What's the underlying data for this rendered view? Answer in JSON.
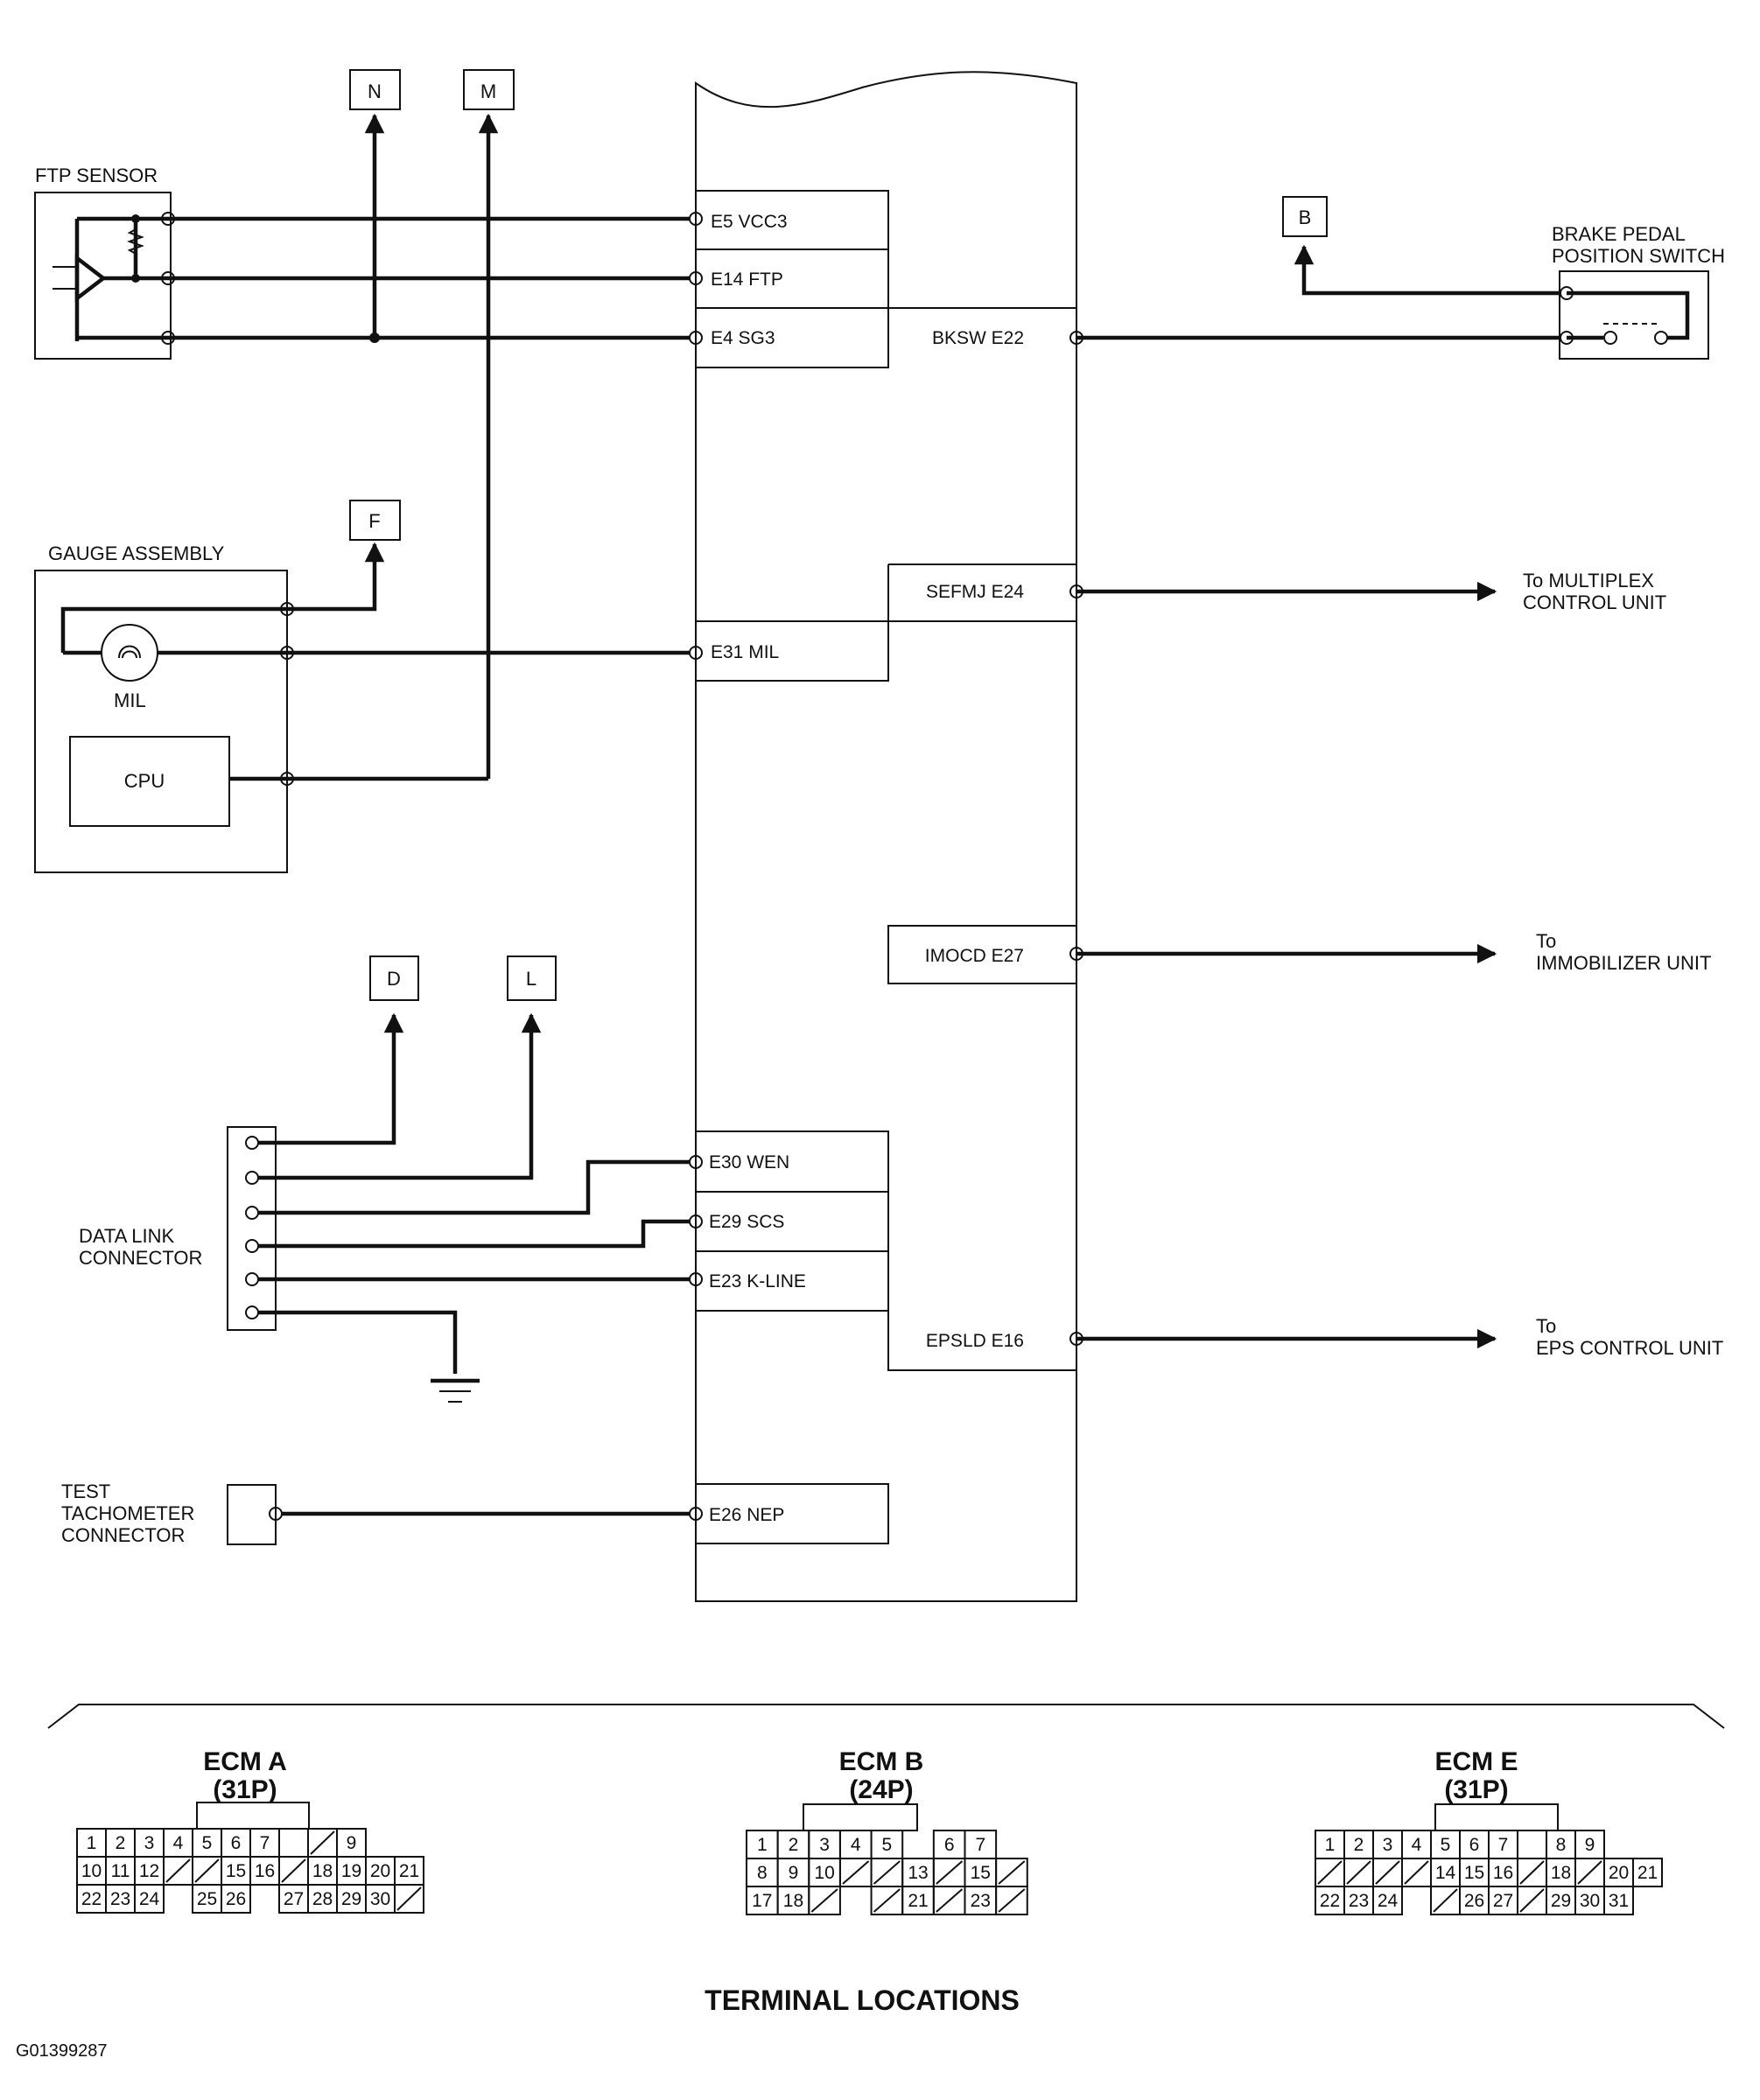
{
  "ecm_pins": {
    "e5": "E5 VCC3",
    "e14": "E14 FTP",
    "e4": "E4 SG3",
    "e22": "BKSW E22",
    "e24": "SEFMJ E24",
    "e31": "E31 MIL",
    "e27": "IMOCD E27",
    "e30": "E30 WEN",
    "e29": "E29 SCS",
    "e23": "E23 K-LINE",
    "e16": "EPSLD E16",
    "e26": "E26 NEP"
  },
  "components": {
    "ftp_sensor": "FTP SENSOR",
    "gauge_assembly": "GAUGE ASSEMBLY",
    "mil": "MIL",
    "cpu": "CPU",
    "brake_switch": [
      "BRAKE PEDAL",
      "POSITION SWITCH"
    ],
    "data_link": [
      "DATA LINK",
      "CONNECTOR"
    ],
    "test_tach": [
      "TEST",
      "TACHOMETER",
      "CONNECTOR"
    ]
  },
  "tags": {
    "n": "N",
    "m": "M",
    "b": "B",
    "f": "F",
    "d": "D",
    "l": "L"
  },
  "destinations": {
    "multiplex": [
      "To MULTIPLEX",
      "CONTROL UNIT"
    ],
    "immobilizer": [
      "To",
      "IMMOBILIZER UNIT"
    ],
    "eps": [
      "To",
      "EPS CONTROL UNIT"
    ]
  },
  "terminal_locations": {
    "heading": "TERMINAL LOCATIONS",
    "ecm_a": {
      "title": "ECM A",
      "pins": "(31P)"
    },
    "ecm_b": {
      "title": "ECM B",
      "pins": "(24P)"
    },
    "ecm_e": {
      "title": "ECM E",
      "pins": "(31P)"
    }
  },
  "connector_cells": {
    "ecm_a": {
      "row1": [
        "1",
        "2",
        "3",
        "4",
        "5",
        "6",
        "7",
        "",
        "/",
        "9"
      ],
      "row2": [
        "10",
        "11",
        "12",
        "/",
        "/",
        "15",
        "16",
        "/",
        "18",
        "19",
        "20",
        "21"
      ],
      "row3": [
        "22",
        "23",
        "24",
        "25",
        "26",
        "27",
        "28",
        "29",
        "30",
        "/"
      ]
    },
    "ecm_b": {
      "row1": [
        "1",
        "2",
        "3",
        "4",
        "5",
        "6",
        "7"
      ],
      "row2": [
        "8",
        "9",
        "10",
        "/",
        "/",
        "13",
        "/",
        "15",
        "/"
      ],
      "row3": [
        "17",
        "18",
        "/",
        "/",
        "21",
        "/",
        "23",
        "/"
      ]
    },
    "ecm_e": {
      "row1": [
        "1",
        "2",
        "3",
        "4",
        "5",
        "6",
        "7",
        "8",
        "9"
      ],
      "row2": [
        "/",
        "/",
        "/",
        "/",
        "14",
        "15",
        "16",
        "/",
        "18",
        "/",
        "20",
        "21"
      ],
      "row3": [
        "22",
        "23",
        "24",
        "/",
        "26",
        "27",
        "/",
        "29",
        "30",
        "31"
      ]
    }
  },
  "figure_id": "G01399287"
}
